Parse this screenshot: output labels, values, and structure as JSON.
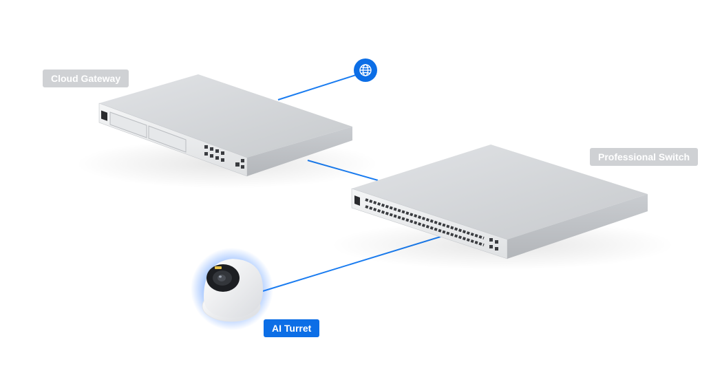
{
  "labels": {
    "gateway": "Cloud Gateway",
    "switch": "Professional Switch",
    "camera": "AI Turret"
  },
  "icons": {
    "internet": "globe-icon"
  },
  "colors": {
    "link": "#1a7cf0",
    "accent": "#0c6ee6",
    "label_gray": "#cfd1d4",
    "device_body": "#d8dadd",
    "device_front": "#eef0f2"
  }
}
